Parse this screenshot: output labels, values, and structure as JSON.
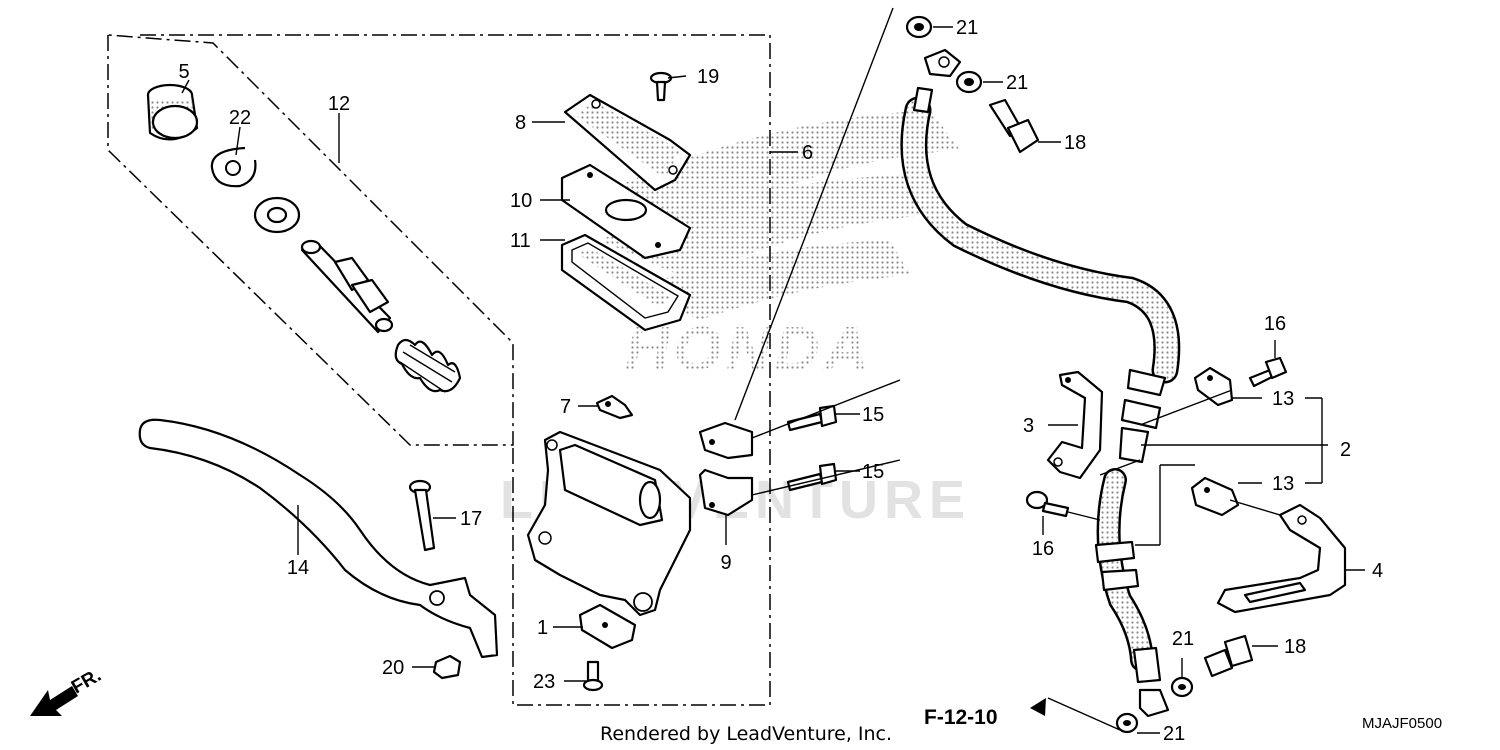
{
  "diagram": {
    "callouts": [
      {
        "id": "c-5",
        "text": "5"
      },
      {
        "id": "c-22",
        "text": "22"
      },
      {
        "id": "c-12",
        "text": "12"
      },
      {
        "id": "c-19",
        "text": "19"
      },
      {
        "id": "c-8",
        "text": "8"
      },
      {
        "id": "c-10",
        "text": "10"
      },
      {
        "id": "c-11",
        "text": "11"
      },
      {
        "id": "c-6",
        "text": "6"
      },
      {
        "id": "c-7",
        "text": "7"
      },
      {
        "id": "c-15a",
        "text": "15"
      },
      {
        "id": "c-15b",
        "text": "15"
      },
      {
        "id": "c-9",
        "text": "9"
      },
      {
        "id": "c-17",
        "text": "17"
      },
      {
        "id": "c-14",
        "text": "14"
      },
      {
        "id": "c-1",
        "text": "1"
      },
      {
        "id": "c-20",
        "text": "20"
      },
      {
        "id": "c-23",
        "text": "23"
      },
      {
        "id": "c-21a",
        "text": "21"
      },
      {
        "id": "c-21b",
        "text": "21"
      },
      {
        "id": "c-18a",
        "text": "18"
      },
      {
        "id": "c-16a",
        "text": "16"
      },
      {
        "id": "c-13a",
        "text": "13"
      },
      {
        "id": "c-3",
        "text": "3"
      },
      {
        "id": "c-2",
        "text": "2"
      },
      {
        "id": "c-13b",
        "text": "13"
      },
      {
        "id": "c-16b",
        "text": "16"
      },
      {
        "id": "c-4",
        "text": "4"
      },
      {
        "id": "c-21c",
        "text": "21"
      },
      {
        "id": "c-18b",
        "text": "18"
      },
      {
        "id": "c-21d",
        "text": "21"
      }
    ],
    "front_indicator": "FR.",
    "reference": "F-12-10",
    "credit": "Rendered by LeadVenture, Inc.",
    "diagram_code": "MJAJF0500",
    "watermark_brand": "HONDA",
    "watermark_text": "LEADVENTURE"
  }
}
